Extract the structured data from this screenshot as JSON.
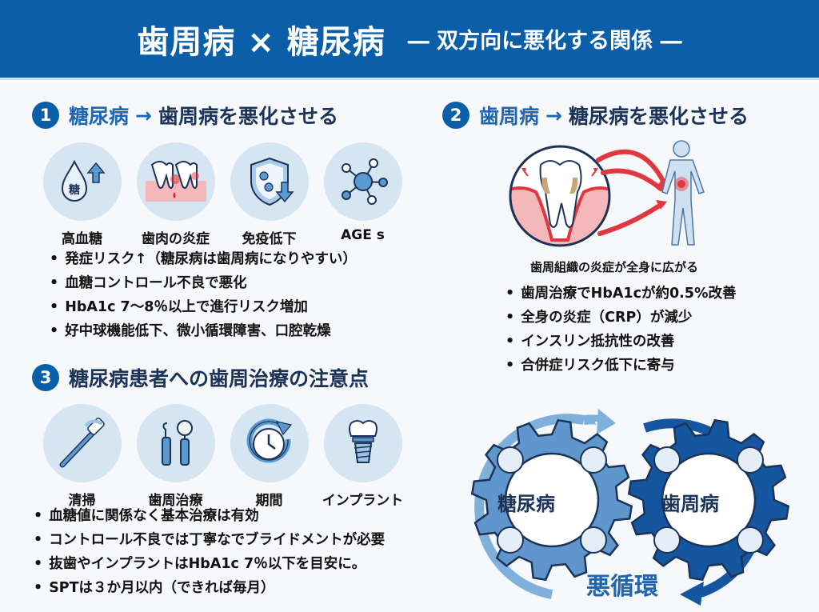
{
  "header": {
    "title": "歯周病 × 糖尿病",
    "subtitle": "― 双方向に悪化する関係 ―"
  },
  "section1": {
    "number": "1",
    "title_cause": "糖尿病",
    "arrow": "→",
    "title_effect": "歯周病を悪化させる",
    "icons": [
      {
        "icon": "blood-sugar-drop-icon",
        "label": "高血糖",
        "glyph": "糖"
      },
      {
        "icon": "gum-inflammation-icon",
        "label": "歯肉の炎症"
      },
      {
        "icon": "immune-shield-down-icon",
        "label": "免疫低下"
      },
      {
        "icon": "molecule-icon",
        "label": "AGE s"
      }
    ],
    "bullets": [
      "発症リスク↑（糖尿病は歯周病になりやすい）",
      "血糖コントロール不良で悪化",
      "HbA1c 7～8％以上で進行リスク増加",
      "好中球機能低下、微小循環障害、口腔乾燥"
    ]
  },
  "section2": {
    "number": "2",
    "title_cause": "歯周病",
    "arrow": "→",
    "title_effect": "糖尿病を悪化させる",
    "caption": "歯周組織の炎症が全身に広がる",
    "bullets": [
      "歯周治療でHbA1cが約0.5%改善",
      "全身の炎症（CRP）が減少",
      "インスリン抵抗性の改善",
      "合併症リスク低下に寄与"
    ]
  },
  "section3": {
    "number": "3",
    "title": "糖尿病患者への歯周治療の注意点",
    "icons": [
      {
        "icon": "toothbrush-icon",
        "label": "清掃"
      },
      {
        "icon": "dental-tools-icon",
        "label": "歯周治療"
      },
      {
        "icon": "clock-icon",
        "label": "期間"
      },
      {
        "icon": "dental-implant-icon",
        "label": "インプラント"
      }
    ],
    "bullets": [
      "血糖値に関係なく基本治療は有効",
      "コントロール不良では丁寧なでブライドメントが必要",
      "抜歯やインプラントはHbA1c 7％以下を目安に。",
      "SPTは３か月以内（できれば毎月）"
    ]
  },
  "cycle": {
    "gear_left": "糖尿病",
    "gear_right": "歯周病",
    "label": "悪循環"
  },
  "colors": {
    "primary": "#0b5ea8",
    "accent": "#1e67b0",
    "light_blue": "#d5e5f1",
    "gear_light": "#5f97cc",
    "gear_dark": "#1456a0",
    "red": "#e0383e",
    "navy": "#1b3358"
  }
}
